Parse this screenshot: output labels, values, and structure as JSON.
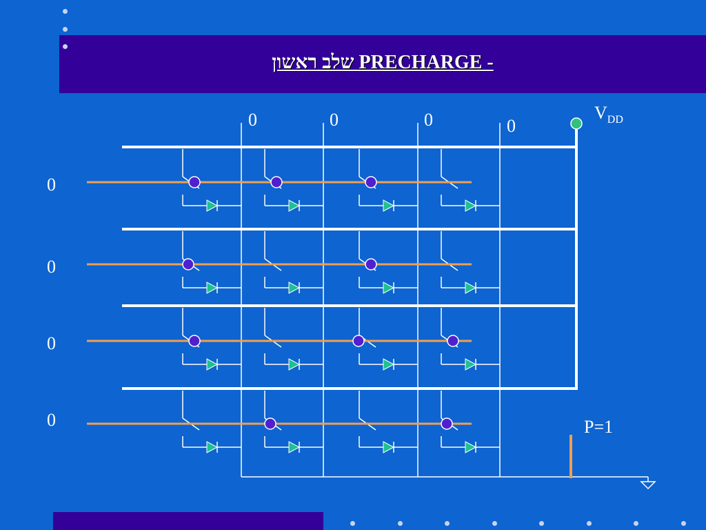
{
  "slide": {
    "title": "שלב ראשון PRECHARGE -"
  },
  "diagram": {
    "column_labels": [
      "0",
      "0",
      "0",
      "0"
    ],
    "row_labels": [
      "0",
      "0",
      "0",
      "0"
    ],
    "supply_label": "V",
    "supply_subscript": "DD",
    "precharge_label": "P=1",
    "transistors": [
      [
        true,
        true,
        true,
        false
      ],
      [
        true,
        false,
        true,
        false
      ],
      [
        true,
        false,
        true,
        true
      ],
      [
        false,
        true,
        false,
        true
      ]
    ]
  },
  "colors": {
    "background": "#0E64D0",
    "title_bar": "#33009A",
    "word_line": "#F0A050",
    "transistor_dot": "#5020D0",
    "diode": "#20C090",
    "vdd_node": "#30C080",
    "wire": "#ffffff"
  }
}
